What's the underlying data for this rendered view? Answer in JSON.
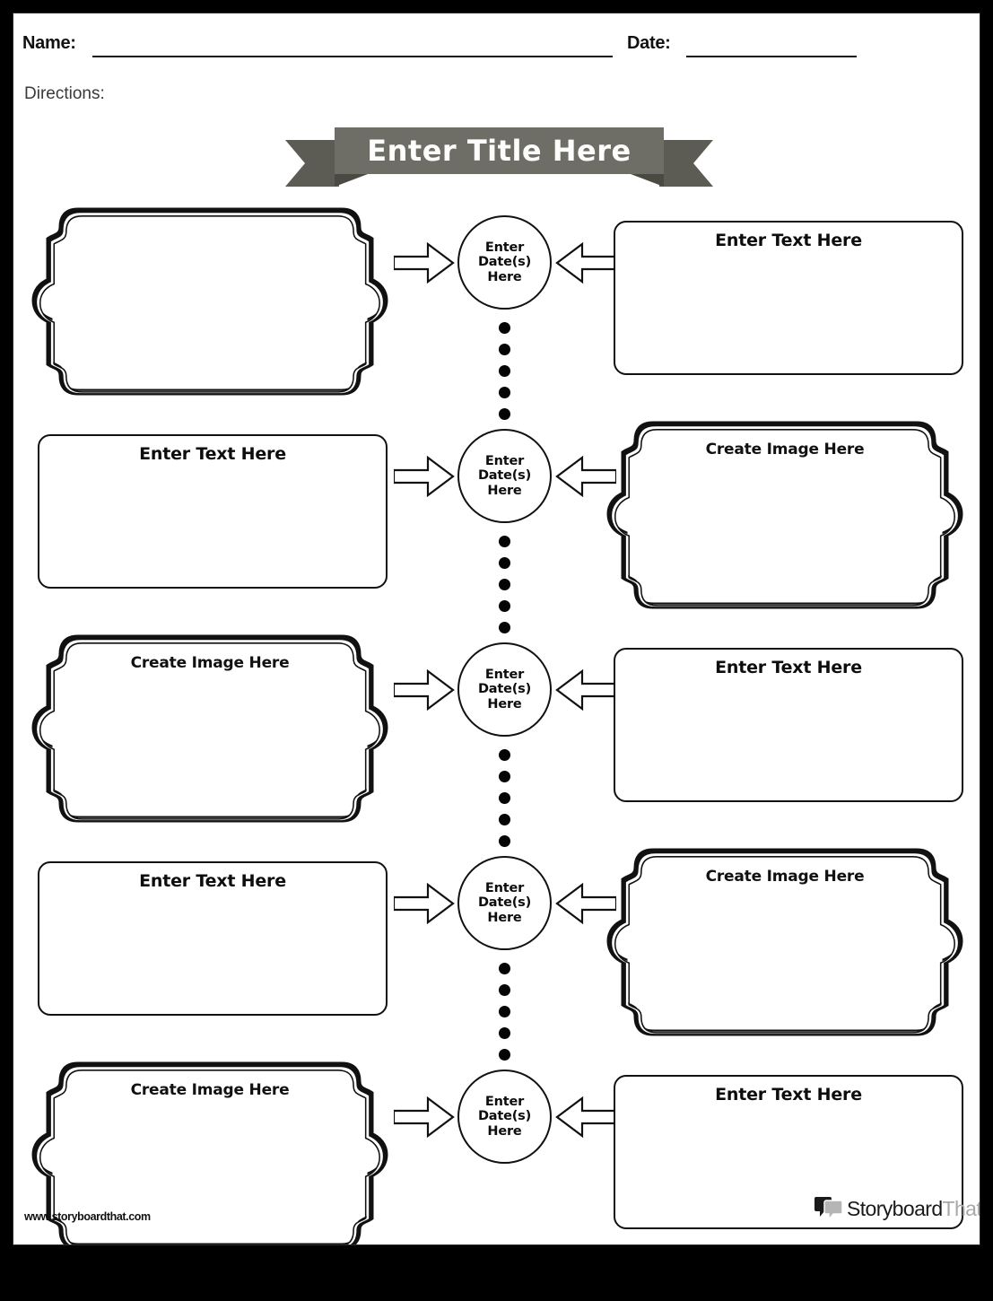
{
  "document": {
    "type": "worksheet-template",
    "orientation": "portrait"
  },
  "header": {
    "name_label": "Name:",
    "date_label": "Date:",
    "directions_label": "Directions:"
  },
  "title_banner": {
    "text": "Enter Title Here",
    "banner_color": "#6e6e66",
    "banner_tail_color": "#5c5c54",
    "banner_fold_color": "#4a4a43",
    "text_color": "#fdfdfc"
  },
  "rows": [
    {
      "id": "row-1",
      "left": {
        "style": "ornate",
        "caption": ""
      },
      "center": {
        "caption_line1": "Enter",
        "caption_line2": "Date(s)",
        "caption_line3": "Here"
      },
      "right": {
        "style": "plain",
        "caption": "Enter Text Here"
      }
    },
    {
      "id": "row-2",
      "left": {
        "style": "plain",
        "caption": "Enter Text Here"
      },
      "center": {
        "caption_line1": "Enter",
        "caption_line2": "Date(s)",
        "caption_line3": "Here"
      },
      "right": {
        "style": "ornate",
        "caption": "Create Image Here"
      }
    },
    {
      "id": "row-3",
      "left": {
        "style": "ornate",
        "caption": "Create Image Here"
      },
      "center": {
        "caption_line1": "Enter",
        "caption_line2": "Date(s)",
        "caption_line3": "Here"
      },
      "right": {
        "style": "plain",
        "caption": "Enter Text Here"
      }
    },
    {
      "id": "row-4",
      "left": {
        "style": "plain",
        "caption": "Enter Text Here"
      },
      "center": {
        "caption_line1": "Enter",
        "caption_line2": "Date(s)",
        "caption_line3": "Here"
      },
      "right": {
        "style": "ornate",
        "caption": "Create Image Here"
      }
    },
    {
      "id": "row-5",
      "left": {
        "style": "ornate",
        "caption": "Create Image Here"
      },
      "center": {
        "caption_line1": "Enter",
        "caption_line2": "Date(s)",
        "caption_line3": "Here"
      },
      "right": {
        "style": "plain",
        "caption": "Enter Text Here"
      }
    }
  ],
  "footer": {
    "url": "www.storyboardthat.com",
    "logo_word_primary": "Storyboard",
    "logo_word_secondary": "That",
    "logo_icon": "speech-bubbles-icon"
  },
  "colors": {
    "page_background": "#ffffff",
    "outer_border": "#000000",
    "ink": "#111111",
    "muted_ink": "#3a3a3a"
  }
}
